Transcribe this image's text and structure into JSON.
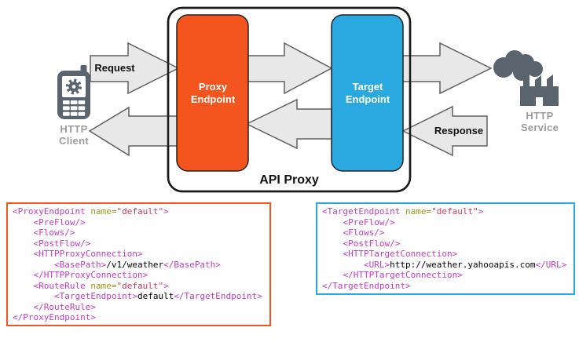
{
  "diagram": {
    "api_proxy_label": "API Proxy",
    "proxy_endpoint_label": "Proxy Endpoint",
    "target_endpoint_label": "Target Endpoint",
    "request_label": "Request",
    "response_label": "Response",
    "http_client_label": "HTTP Client",
    "http_service_label": "HTTP Service"
  },
  "colors": {
    "proxy_orange": "#F4541D",
    "target_blue": "#29A9E0",
    "icon_slate": "#5A646E",
    "node_label_gray": "#9C9C9C",
    "arrow_fill": "#E8E8E8",
    "arrow_stroke": "#606060",
    "code_tag": "#C33BC3",
    "code_attr": "#97971D",
    "code_value": "#CB3A5C",
    "code_text": "#000000"
  },
  "code_blocks": [
    {
      "name": "proxy-endpoint-xml",
      "border_color": "#F4541D",
      "lines": [
        [
          {
            "t": "<ProxyEndpoint ",
            "c": "tag"
          },
          {
            "t": "name=",
            "c": "attr"
          },
          {
            "t": "\"default\"",
            "c": "val"
          },
          {
            "t": ">",
            "c": "tag"
          }
        ],
        [
          {
            "t": "    <PreFlow/>",
            "c": "tag"
          }
        ],
        [
          {
            "t": "    <Flows/>",
            "c": "tag"
          }
        ],
        [
          {
            "t": "    <PostFlow/>",
            "c": "tag"
          }
        ],
        [
          {
            "t": "    <HTTPProxyConnection>",
            "c": "tag"
          }
        ],
        [
          {
            "t": "        <BasePath>",
            "c": "tag"
          },
          {
            "t": "/v1/weather",
            "c": "txt"
          },
          {
            "t": "</BasePath>",
            "c": "tag"
          }
        ],
        [
          {
            "t": "    </HTTPProxyConnection>",
            "c": "tag"
          }
        ],
        [
          {
            "t": "    <RouteRule ",
            "c": "tag"
          },
          {
            "t": "name=",
            "c": "attr"
          },
          {
            "t": "\"default\"",
            "c": "val"
          },
          {
            "t": ">",
            "c": "tag"
          }
        ],
        [
          {
            "t": "        <TargetEndpoint>",
            "c": "tag"
          },
          {
            "t": "default",
            "c": "txt"
          },
          {
            "t": "</TargetEndpoint>",
            "c": "tag"
          }
        ],
        [
          {
            "t": "    </RouteRule>",
            "c": "tag"
          }
        ],
        [
          {
            "t": "</ProxyEndpoint>",
            "c": "tag"
          }
        ]
      ]
    },
    {
      "name": "target-endpoint-xml",
      "border_color": "#29A9E0",
      "lines": [
        [
          {
            "t": "<TargetEndpoint ",
            "c": "tag"
          },
          {
            "t": "name=",
            "c": "attr"
          },
          {
            "t": "\"default\"",
            "c": "val"
          },
          {
            "t": ">",
            "c": "tag"
          }
        ],
        [
          {
            "t": "    <PreFlow/>",
            "c": "tag"
          }
        ],
        [
          {
            "t": "    <Flows/>",
            "c": "tag"
          }
        ],
        [
          {
            "t": "    <PostFlow/>",
            "c": "tag"
          }
        ],
        [
          {
            "t": "    <HTTPTargetConnection>",
            "c": "tag"
          }
        ],
        [
          {
            "t": "        <URL>",
            "c": "tag"
          },
          {
            "t": "http://weather.yahooapis.com",
            "c": "txt"
          },
          {
            "t": "</URL>",
            "c": "tag"
          }
        ],
        [
          {
            "t": "    </HTTPTargetConnection>",
            "c": "tag"
          }
        ],
        [
          {
            "t": "</TargetEndpoint>",
            "c": "tag"
          }
        ]
      ]
    }
  ]
}
